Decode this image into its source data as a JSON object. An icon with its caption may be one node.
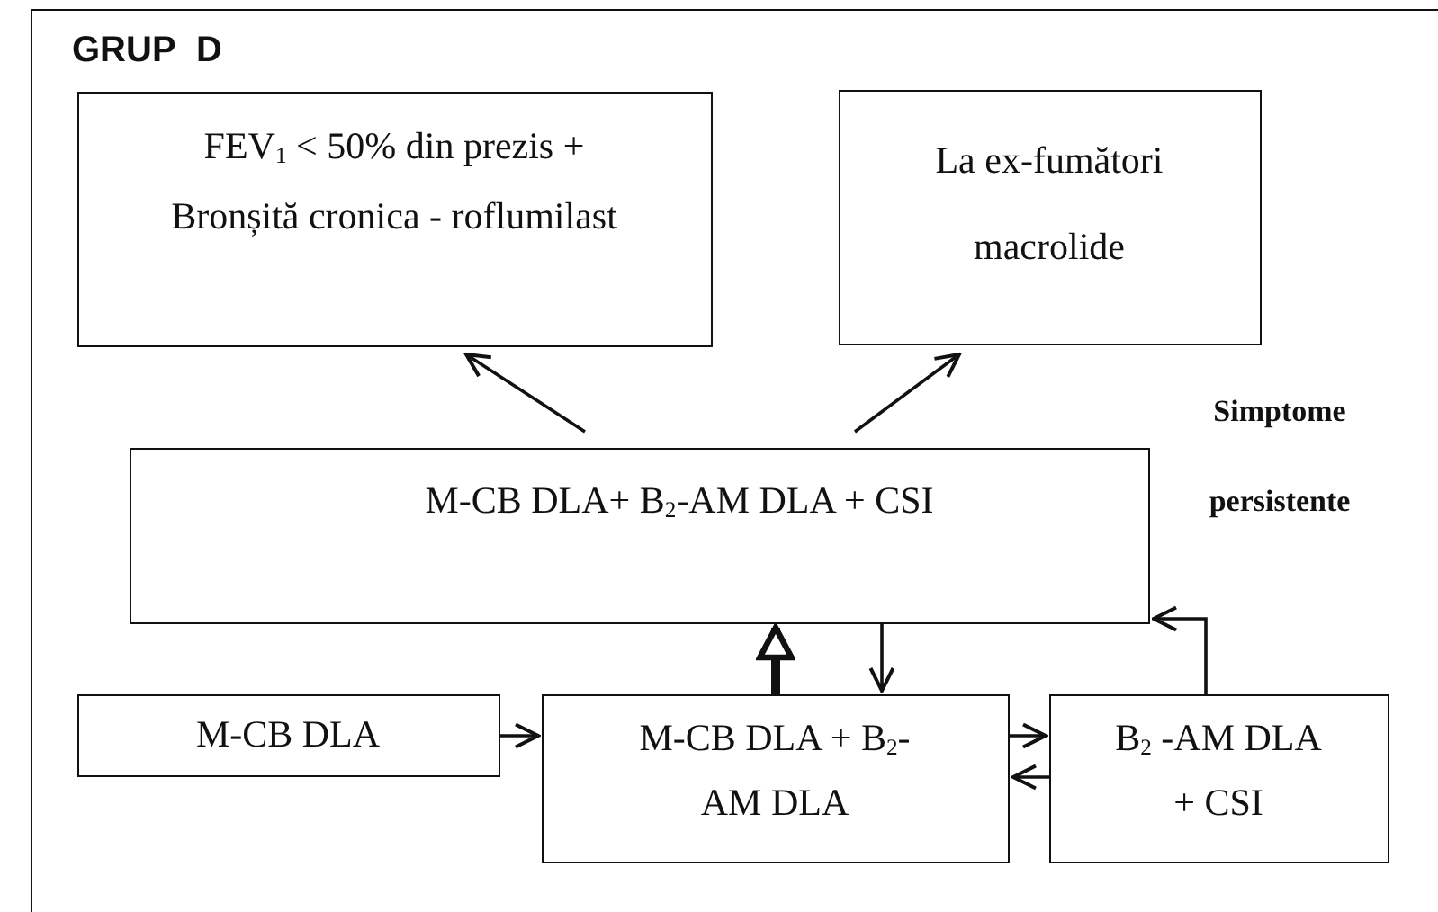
{
  "diagram": {
    "nodes": [
      {
        "text": [
          "GRUP D"
        ]
      },
      {
        "text": [
          "FEV$_{1}$ < 50% din prezis + Bronșită cronica - roflumilast"
        ],
        "in": 0
      },
      {
        "text": [
          "La ex-fumători macrolide"
        ],
        "in": 0
      },
      {
        "text": [
          "M-CB DLA+ B$_{2}$-AM DLA + CSI"
        ],
        "in": 0
      },
      {
        "text": [
          "M-CB DLA"
        ],
        "in": 0
      },
      {
        "text": [
          "M-CB DLA + B$_{2}$-AM DLA"
        ],
        "in": 0
      },
      {
        "text": [
          "B$_{2}$ -AM DLA + CSI"
        ],
        "in": 0
      }
    ],
    "edges": [
      {
        "from": 3,
        "to": 1,
        "arrow": "to"
      },
      {
        "from": 3,
        "to": 2,
        "arrow": "to"
      },
      {
        "from": 5,
        "to": 3,
        "arrow": "to",
        "style": "thick"
      },
      {
        "from": 3,
        "to": 5,
        "arrow": "to"
      },
      {
        "from": 4,
        "to": 5,
        "arrow": "to"
      },
      {
        "from": 5,
        "to": 6,
        "arrow": "to"
      },
      {
        "from": 6,
        "to": 5,
        "arrow": "to"
      },
      {
        "from": 6,
        "to": 3,
        "arrow": "to"
      }
    ],
    "labels": [
      "Simptome persistente"
    ]
  }
}
